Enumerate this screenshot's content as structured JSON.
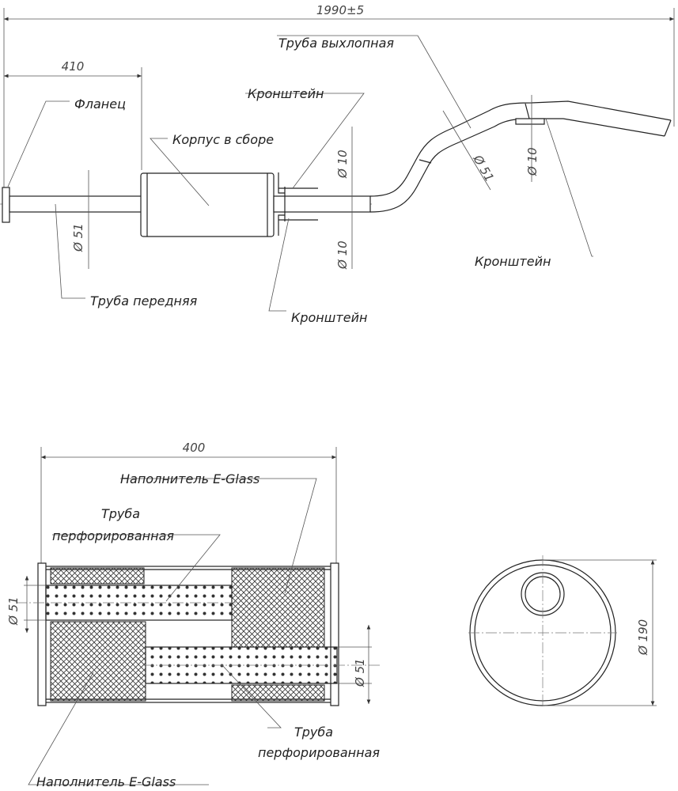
{
  "top_view": {
    "overall_length": "1990±5",
    "front_length": "410",
    "labels": {
      "exhaust_pipe": "Труба выхлопная",
      "bracket_top": "Кронштейн",
      "flange": "Фланец",
      "body_assembly": "Корпус в сборе",
      "bracket_right": "Кронштейн",
      "front_pipe": "Труба передняя",
      "bracket_bottom": "Кронштейн"
    },
    "diameters": {
      "front_pipe": "Ø 51",
      "bracket_upper": "Ø 10",
      "bracket_lower": "Ø 10",
      "exhaust_pipe": "Ø 51",
      "bracket_right": "Ø 10"
    }
  },
  "section_view": {
    "length": "400",
    "labels": {
      "filler_top": "Наполнитель E-Glass",
      "perforated_top_line1": "Труба",
      "perforated_top_line2": "перфорированная",
      "perforated_bottom_line1": "Труба",
      "perforated_bottom_line2": "перфорированная",
      "filler_bottom": "Наполнитель E-Glass"
    },
    "diameters": {
      "inlet": "Ø 51",
      "outlet": "Ø 51"
    }
  },
  "end_view": {
    "diameter": "Ø 190"
  }
}
